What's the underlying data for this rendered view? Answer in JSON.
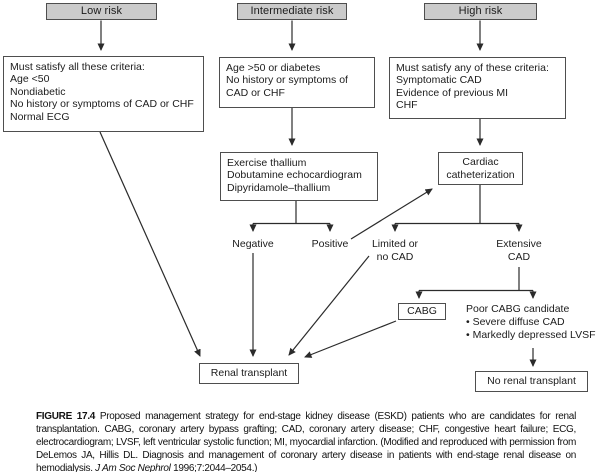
{
  "colors": {
    "header_fill": "#cbcbcb",
    "box_border": "#4e4e4e",
    "arrow_line": "#2b2b2b",
    "text": "#1c1c1c"
  },
  "flowchart": {
    "risk_headers": [
      {
        "label": "Low risk"
      },
      {
        "label": "Intermediate risk"
      },
      {
        "label": "High risk"
      }
    ],
    "criteria_boxes": {
      "low": {
        "lines": [
          "Must satisfy all these criteria:",
          "Age <50",
          "Nondiabetic",
          "No history or symptoms of CAD or CHF",
          "Normal ECG"
        ]
      },
      "intermediate": {
        "lines": [
          "Age >50 or diabetes",
          "No history or symptoms of",
          "CAD or CHF"
        ]
      },
      "high": {
        "lines": [
          "Must satisfy any of these criteria:",
          "Symptomatic CAD",
          "Evidence of previous MI",
          "CHF"
        ]
      }
    },
    "stress_test_box": {
      "lines": [
        "Exercise thallium",
        "Dobutamine echocardiogram",
        "Dipyridamole–thallium"
      ]
    },
    "cardiac_cath_box": {
      "lines": [
        "Cardiac",
        "catheterization"
      ]
    },
    "outcome_labels": {
      "negative": "Negative",
      "positive": "Positive",
      "limited": {
        "lines": [
          "Limited or",
          "no CAD"
        ]
      },
      "extensive": {
        "lines": [
          "Extensive",
          "CAD"
        ]
      }
    },
    "cabg_box": "CABG",
    "poor_cabg": {
      "lines": [
        "Poor CABG candidate",
        "• Severe diffuse CAD",
        "• Markedly depressed LVSF"
      ]
    },
    "renal_transplant_box": "Renal transplant",
    "no_renal_transplant_box": "No renal transplant"
  },
  "caption": {
    "label": "FIGURE 17.4",
    "body": " Proposed management strategy for end-stage kidney disease (ESKD) patients who are candidates for renal transplantation. CABG, coronary artery bypass grafting; CAD, coronary artery disease; CHF, congestive heart failure; ECG, electrocardiogram; LVSF, left ventricular systolic function; MI, myocardial infarction. (Modified and reproduced with permission from DeLemos JA, Hillis DL. Diagnosis and management of coronary artery disease in patients with end-stage renal disease on hemodialysis. ",
    "journal": "J Am Soc Nephrol",
    "citation": " 1996;7:2044–2054.)"
  }
}
